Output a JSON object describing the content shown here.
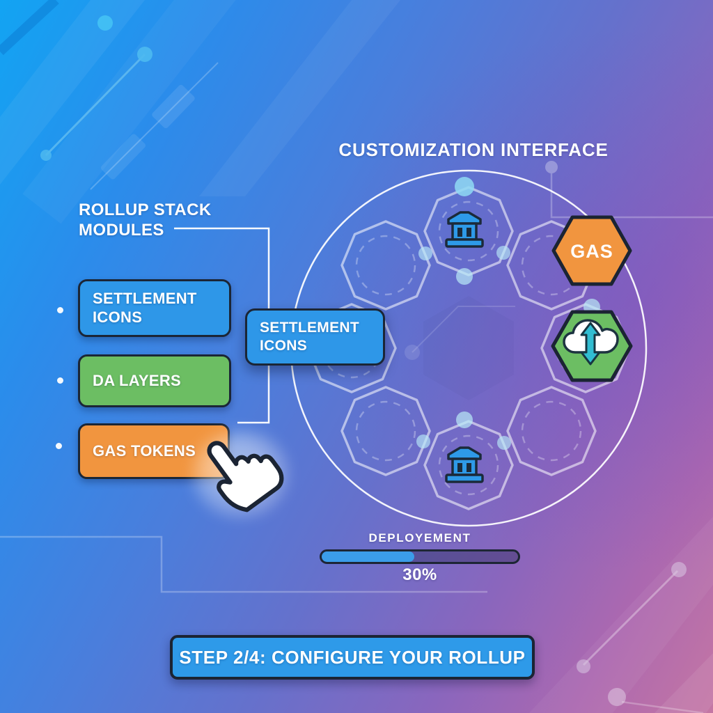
{
  "header": {
    "title": "CUSTOMIZATION INTERFACE"
  },
  "sidebar": {
    "heading": "ROLLUP STACK MODULES",
    "modules": [
      {
        "label": "SETTLEMENT ICONS",
        "color": "#2E97E8"
      },
      {
        "label": "DA LAYERS",
        "color": "#6CBE63"
      },
      {
        "label": "GAS TOKENS",
        "color": "#F1953F"
      }
    ]
  },
  "drag_preview": {
    "label": "SETTLEMENT ICONS",
    "color": "#2E97E8"
  },
  "canvas": {
    "slot_count": 8,
    "filled_slot_icons": [
      "bank-icon",
      "bank-icon"
    ],
    "hexagons": [
      {
        "label": "GAS",
        "color": "#F1953F",
        "icon": "none"
      },
      {
        "label": "",
        "color": "#6CBE63",
        "icon": "cloud-updown-arrow-icon"
      }
    ]
  },
  "progress": {
    "label": "DEPLOYEMENT",
    "value_text": "30%",
    "fill_percent": 47,
    "fill_color": "#3B9DE9"
  },
  "footer": {
    "label": "STEP 2/4: CONFIGURE YOUR ROLLUP",
    "color": "#2E9AE9"
  }
}
